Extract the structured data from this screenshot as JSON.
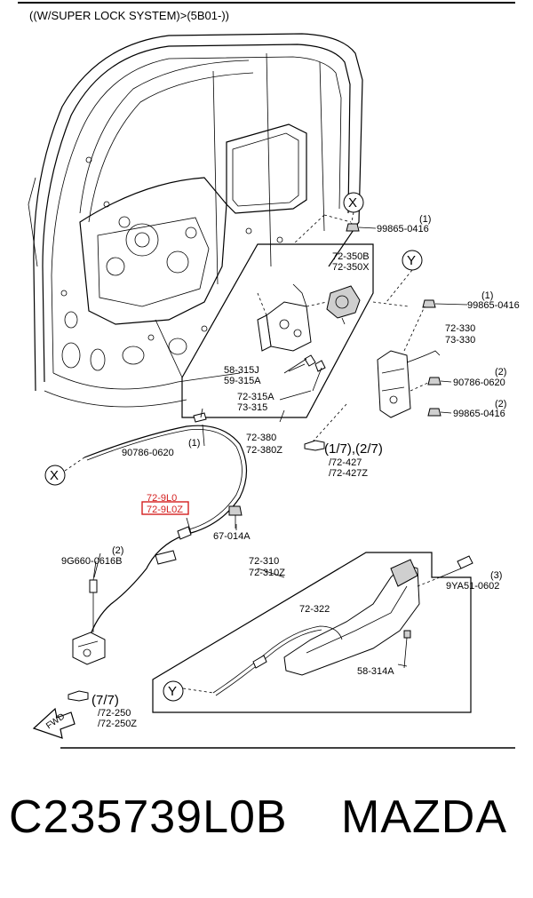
{
  "header": {
    "title": "((W/SUPER LOCK SYSTEM)>(5B01-))"
  },
  "callouts": {
    "x_top": "X",
    "y_top": "Y",
    "x_bottom": "X",
    "y_bottom": "Y"
  },
  "labels": {
    "p1": {
      "qty": "(1)",
      "code": "99865-0416"
    },
    "p2": {
      "line1": "72-350B",
      "line2": "72-350X"
    },
    "p3": {
      "qty": "(1)",
      "code": "99865-0416"
    },
    "p4": {
      "line1": "72-330",
      "line2": "73-330"
    },
    "p5": {
      "qty": "(2)",
      "code": "90786-0620"
    },
    "p6": {
      "qty": "(2)",
      "code": "99865-0416"
    },
    "p7": {
      "line1": "58-315J",
      "line2": "59-315A"
    },
    "p8": {
      "line1": "72-315A",
      "line2": "73-315"
    },
    "p9": {
      "line1": "72-380",
      "line2": "72-380Z"
    },
    "p10": {
      "ref": "(1/7),(2/7)",
      "line2": "/72-427",
      "line3": "/72-427Z"
    },
    "p11": {
      "qty": "(1)",
      "code": "90786-0620"
    },
    "p12": {
      "line1": "72-9L0",
      "line2": "72-9L0Z"
    },
    "p13": {
      "code": "67-014A"
    },
    "p14": {
      "qty": "(2)",
      "code": "9G660-0616B"
    },
    "p15": {
      "line1": "72-310",
      "line2": "72-310Z"
    },
    "p16": {
      "qty": "(3)",
      "code": "9YA51-0602"
    },
    "p17": {
      "code": "72-322"
    },
    "p18": {
      "code": "58-314A"
    },
    "p19": {
      "ref": "(7/7)",
      "line2": "/72-250",
      "line3": "/72-250Z"
    },
    "fwd": "FWD"
  },
  "footer": {
    "code": "C235739L0B",
    "brand": "MAZDA"
  },
  "colors": {
    "highlight": "#d42020",
    "ink": "#000000",
    "background": "#ffffff"
  }
}
